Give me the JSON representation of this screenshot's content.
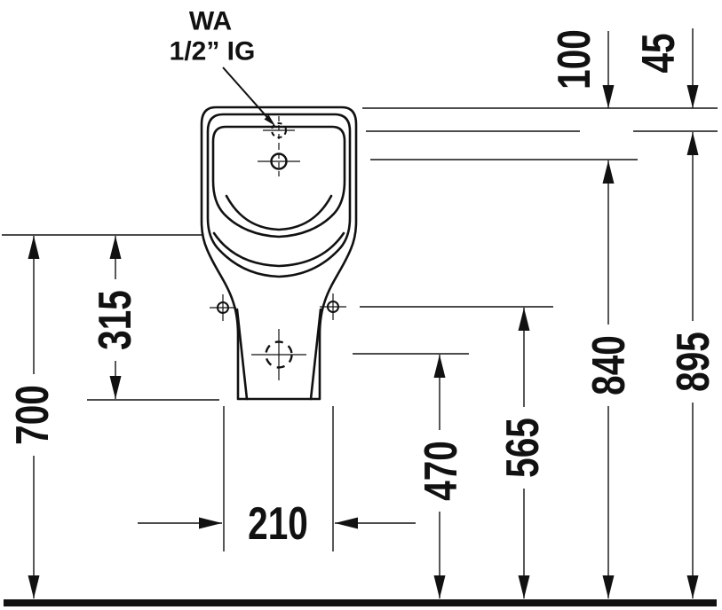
{
  "drawing": {
    "kind": "urinal-installation-dimension-drawing",
    "colors": {
      "ink": "#111111",
      "background": "#ffffff"
    },
    "connection_label": {
      "line1": "WA",
      "line2": "1/2” IG"
    },
    "dimensions": {
      "d100": "100",
      "d45": "45",
      "d315": "315",
      "d700": "700",
      "d840": "840",
      "d895": "895",
      "d470": "470",
      "d565": "565",
      "d210": "210"
    }
  }
}
